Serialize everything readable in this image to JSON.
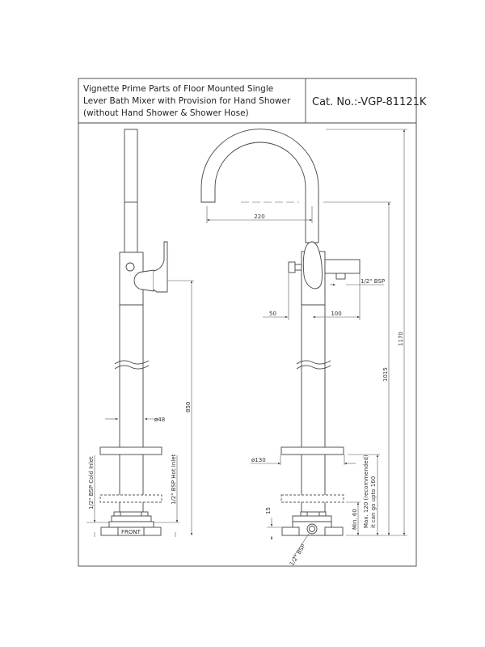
{
  "header": {
    "title_lines": [
      "Vignette Prime Parts of Floor Mounted Single",
      "Lever Bath Mixer with Provision for Hand Shower",
      "(without Hand Shower & Shower Hose)"
    ],
    "catalog_number": "Cat. No.:-VGP-81121K"
  },
  "side_view": {
    "cold_inlet": "1/2\" BSP Cold Inlet",
    "hot_inlet": "1/2\" BSP Hot Inlet",
    "diameter": "ø48",
    "height": "850",
    "front": "FRONT"
  },
  "front_view": {
    "spout_reach": "220",
    "knob_offset": "50",
    "outlet_offset": "100",
    "outlet_thread": "1/2\" BSP",
    "total_height": "1170",
    "spout_height": "1015",
    "plate_diameter": "ø130",
    "base_height": "15",
    "min_depth": "Min. 60",
    "max_depth_1": "Max. 120 (recommended)",
    "max_depth_2": "it can go upto 160",
    "inlet_thread": "1/2\" BSP"
  }
}
